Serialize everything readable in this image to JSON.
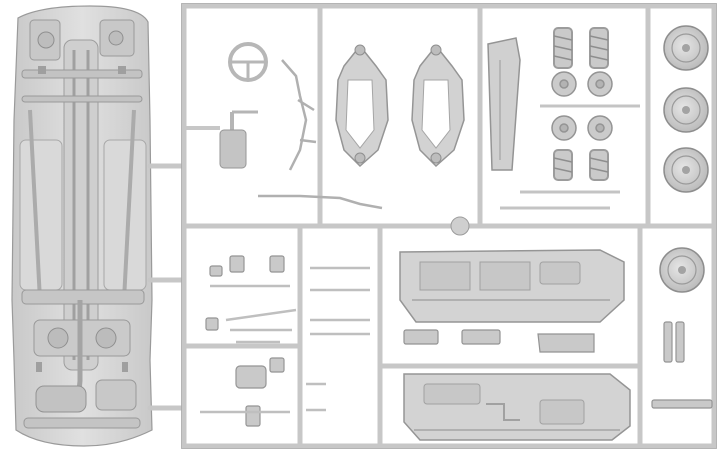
{
  "scene": {
    "subject": "plastic-model-kit-sprue",
    "colors": {
      "background": "#ffffff",
      "plastic": "#d4d4d4",
      "plastic_light": "#e1e1e1",
      "plastic_dark": "#a9a9a9",
      "outline": "#8f8f8f"
    },
    "parts": [
      "car-underbody-chassis",
      "steering-wheel",
      "exhaust-muffler",
      "suspension-subframe-left",
      "suspension-subframe-right",
      "rear-spoiler",
      "coil-spring-strut",
      "brake-disc",
      "wheel-rim",
      "door-panel-upper",
      "door-panel-lower",
      "small-brackets",
      "rear-lights-strip"
    ]
  }
}
